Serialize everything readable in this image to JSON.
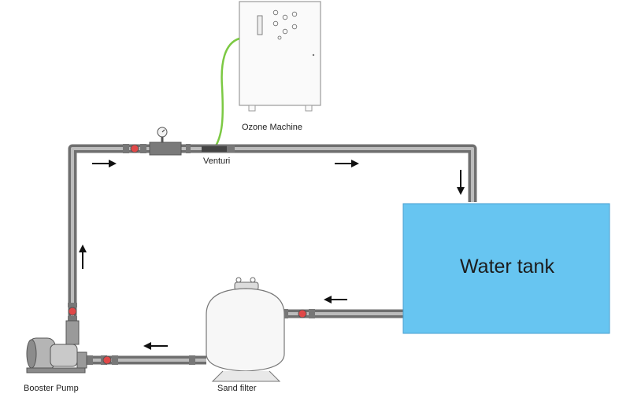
{
  "labels": {
    "ozone_machine": "Ozone Machine",
    "venturi": "Venturi",
    "water_tank": "Water tank",
    "sand_filter": "Sand filter",
    "booster_pump": "Booster Pump"
  },
  "colors": {
    "pipe": "#6f6f6f",
    "pipe_highlight": "#b9b9b9",
    "tank_fill": "#67c5f1",
    "tank_border": "#4a9fd0",
    "valve_red": "#e04848",
    "air_tube": "#7cc943",
    "arrow": "#111111"
  },
  "arrows": [
    {
      "name": "flow-arrow-top-left",
      "direction": "right"
    },
    {
      "name": "flow-arrow-top-middle",
      "direction": "right"
    },
    {
      "name": "flow-arrow-into-tank",
      "direction": "down"
    },
    {
      "name": "flow-arrow-tank-outlet",
      "direction": "left"
    },
    {
      "name": "flow-arrow-bottom",
      "direction": "left"
    },
    {
      "name": "flow-arrow-riser",
      "direction": "up"
    }
  ]
}
